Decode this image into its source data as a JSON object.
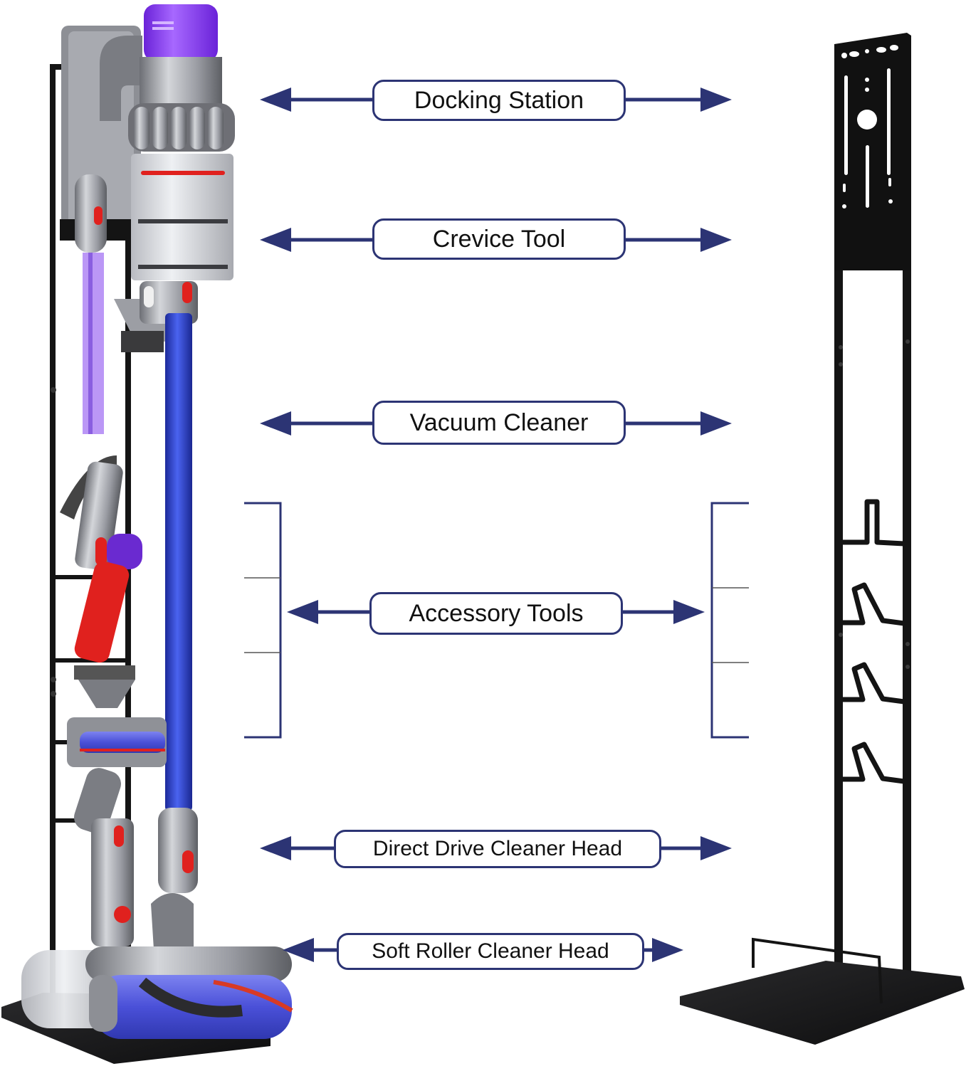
{
  "title": "Vacuum Cleaner Storage Stand Diagram",
  "colors": {
    "arrow": "#2c3474",
    "frame": "#141414",
    "wand_blue": "#2d3fc4",
    "bin_purple": "#8a3cf0",
    "accent_red": "#e0211e",
    "metal_gray": "#9a9ca3"
  },
  "labels": [
    {
      "id": "docking-station",
      "text": "Docking Station"
    },
    {
      "id": "crevice-tool",
      "text": "Crevice Tool"
    },
    {
      "id": "vacuum-cleaner",
      "text": "Vacuum Cleaner"
    },
    {
      "id": "accessory-tools",
      "text": "Accessory Tools"
    },
    {
      "id": "direct-drive-cleaner-head",
      "text": "Direct Drive Cleaner Head"
    },
    {
      "id": "soft-roller-cleaner-head",
      "text": "Soft Roller Cleaner Head"
    }
  ],
  "illustrations": {
    "left": "vacuum stand loaded with cordless vacuum and accessories",
    "right": "empty black metal vacuum stand"
  }
}
